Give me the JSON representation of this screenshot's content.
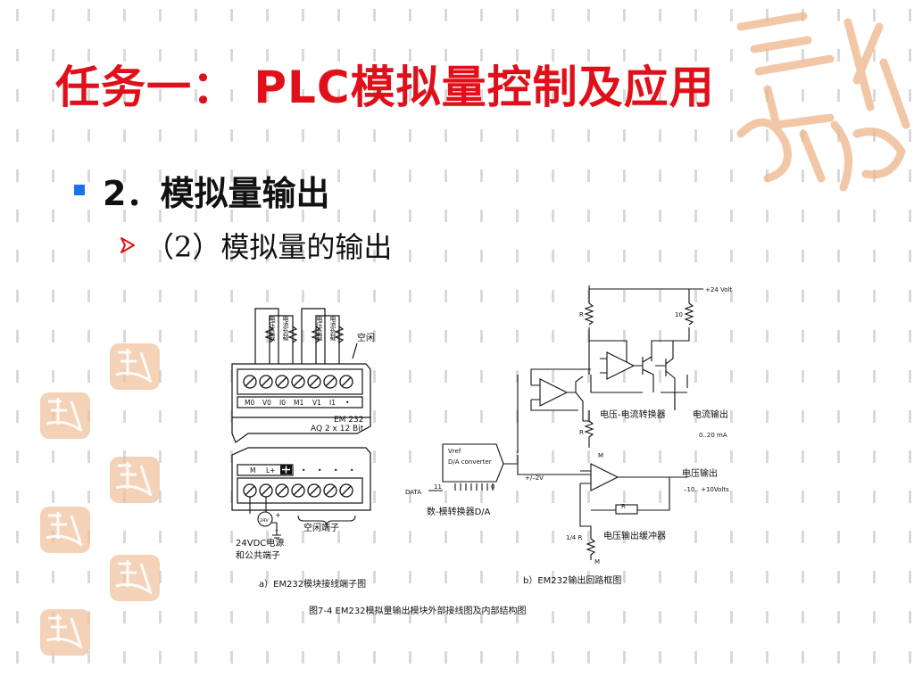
{
  "slide": {
    "title": "任务一： PLC模拟量控制及应用",
    "bullet1": "2．模拟量输出",
    "bullet2": "（2）模拟量的输出"
  },
  "figure": {
    "left": {
      "load_labels": [
        "电压负载",
        "电流负载",
        "电压负载",
        "电流负载"
      ],
      "spare_label": "空闲",
      "top_terminals": [
        "M0",
        "V0",
        "I0",
        "M1",
        "V1",
        "I1"
      ],
      "model": "EM 232",
      "spec": "AQ 2 x 12 Bit",
      "bottom_terminals": [
        "M",
        "L+"
      ],
      "spare_terminals_label": "空闲端子",
      "power_label_line1": "24VDC电源",
      "power_label_line2": "和公共端子",
      "supply_symbol": "24V",
      "caption": "a）EM232模块接线端子图"
    },
    "right": {
      "supply": "+24 Volt",
      "r_label": "R",
      "r10_label": "10",
      "vi_converter": "电压-电流转换器",
      "current_output": "电流输出",
      "current_range": "0..20 mA",
      "m_label": "M",
      "dac_line1": "Vref",
      "dac_line2": "D/A converter",
      "data_label": "DATA",
      "bit_high": "11",
      "bit_low": "0",
      "pm2v": "+/–2V",
      "dac_caption": "数-模转换器D/A",
      "voltage_output": "电压输出",
      "voltage_range": "–10.. +10Volts",
      "r_feedback": "R",
      "r_quarter": "1/4 R",
      "buffer_label": "电压输出缓冲器",
      "caption": "b）EM232输出回路框图"
    },
    "caption": "图7-4  EM232模拟量输出模块外部接线图及内部结构图"
  },
  "colors": {
    "title": "#e0101a",
    "bullet_square": "#1a73e8",
    "stamp": "#e8a070"
  }
}
